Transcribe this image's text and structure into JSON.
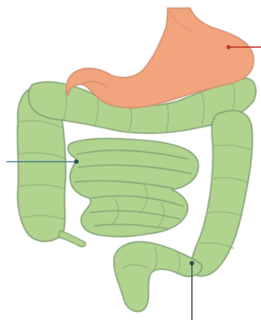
{
  "diagram": {
    "labels": [],
    "structures": [
      {
        "name": "stomach",
        "color": "#f2a47c"
      },
      {
        "name": "small-intestine",
        "color": "#b0d48e"
      },
      {
        "name": "large-intestine",
        "color": "#b0d48e"
      }
    ],
    "pointers": [
      {
        "target": "stomach",
        "color": "#c2372a"
      },
      {
        "target": "small-intestine",
        "color": "#4a7a8a"
      },
      {
        "target": "large-intestine",
        "color": "#4a6a70"
      }
    ],
    "outline_color": "#7f9b72"
  }
}
